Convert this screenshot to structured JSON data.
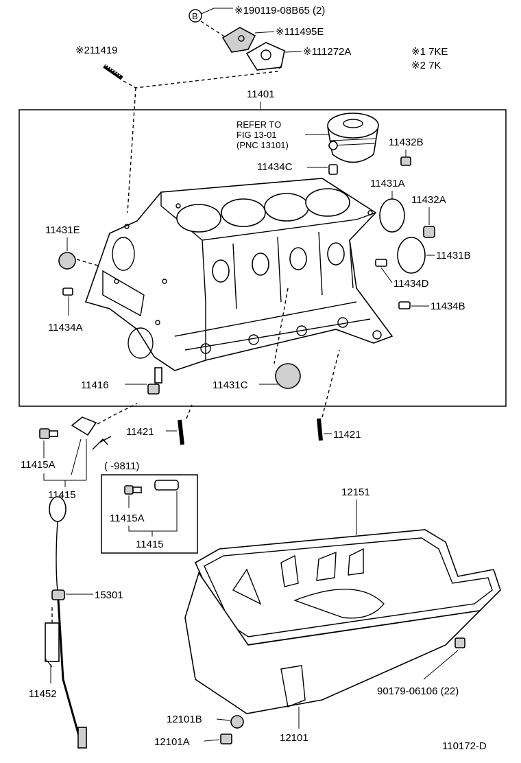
{
  "callouts": {
    "c90119": "※190119-08B65 (2)",
    "c111495E": "※111495E",
    "c111272A": "※111272A",
    "c211419": "※211419",
    "note1": "※1 7KE",
    "note2": "※2 7K",
    "c11401": "11401",
    "refer1": "REFER TO",
    "refer2": "FIG 13-01",
    "refer3": "(PNC 13101)",
    "c11432B": "11432B",
    "c11434C": "11434C",
    "c11431A": "11431A",
    "c11432A": "11432A",
    "c11431E": "11431E",
    "c11431B": "11431B",
    "c11434D": "11434D",
    "c11434B": "11434B",
    "c11434A": "11434A",
    "c11416": "11416",
    "c11431C": "11431C",
    "c11421a": "11421",
    "c11421b": "11421",
    "c11415A": "11415A",
    "c11415": "11415",
    "range": "(        -9811)",
    "c11415A_inset": "11415A",
    "c11415_inset": "11415",
    "c12151": "12151",
    "c15301": "15301",
    "c11452": "11452",
    "c90179": "90179-06106 (22)",
    "c12101B": "12101B",
    "c12101A": "12101A",
    "c12101": "12101",
    "figure_id": "110172-D",
    "circle_b": "B"
  }
}
